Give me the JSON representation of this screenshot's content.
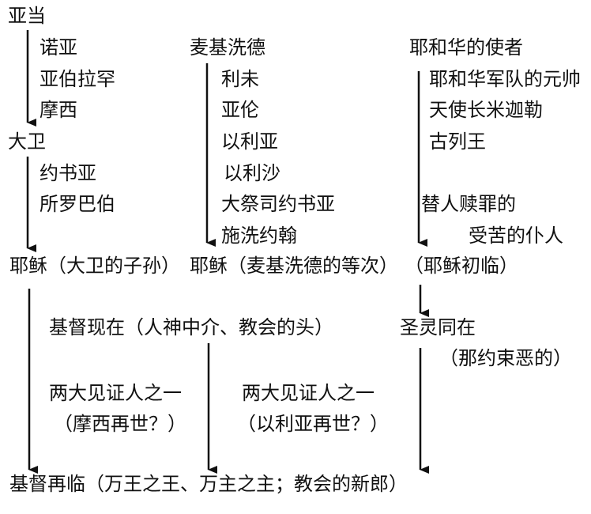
{
  "col_left": {
    "adam": "亚当",
    "noah": "诺亚",
    "abraham": "亚伯拉罕",
    "moses": "摩西",
    "david": "大卫",
    "joshua": "约书亚",
    "solomon": "所罗巴伯"
  },
  "col_mid": {
    "melchizedek": "麦基洗德",
    "levi": "利未",
    "aaron": "亚伦",
    "elijah": "以利亚",
    "elisha": "以利沙",
    "high_priest_joshua": "大祭司约书亚",
    "john_baptist": "施洗约翰"
  },
  "col_right": {
    "angel_of_lord": "耶和华的使者",
    "commander": "耶和华军队的元帅",
    "michael": "天使长米迦勒",
    "ancient_king": "古列王",
    "redeemer_line1": "替人赎罪的",
    "redeemer_line2": "受苦的仆人"
  },
  "row_jesus": {
    "son_of_david": "耶稣（大卫的子孙）",
    "order_of_melchizedek": "耶稣（麦基洗德的等次）",
    "first_coming": "（耶稣初临）"
  },
  "row_present": {
    "christ_now": "基督现在（人神中介、教会的头）",
    "holy_spirit": "圣灵同在",
    "restrainer": "（那约束恶的）"
  },
  "row_witnesses": {
    "witness_a": "两大见证人之一",
    "moses_again": "（摩西再世？）",
    "witness_b": "两大见证人之一",
    "elijah_again": "（以利亚再世？）"
  },
  "bottom": {
    "second_coming": "基督再临（万王之王、万主之主；教会的新郎）"
  },
  "colors": {
    "ink": "#111111"
  }
}
